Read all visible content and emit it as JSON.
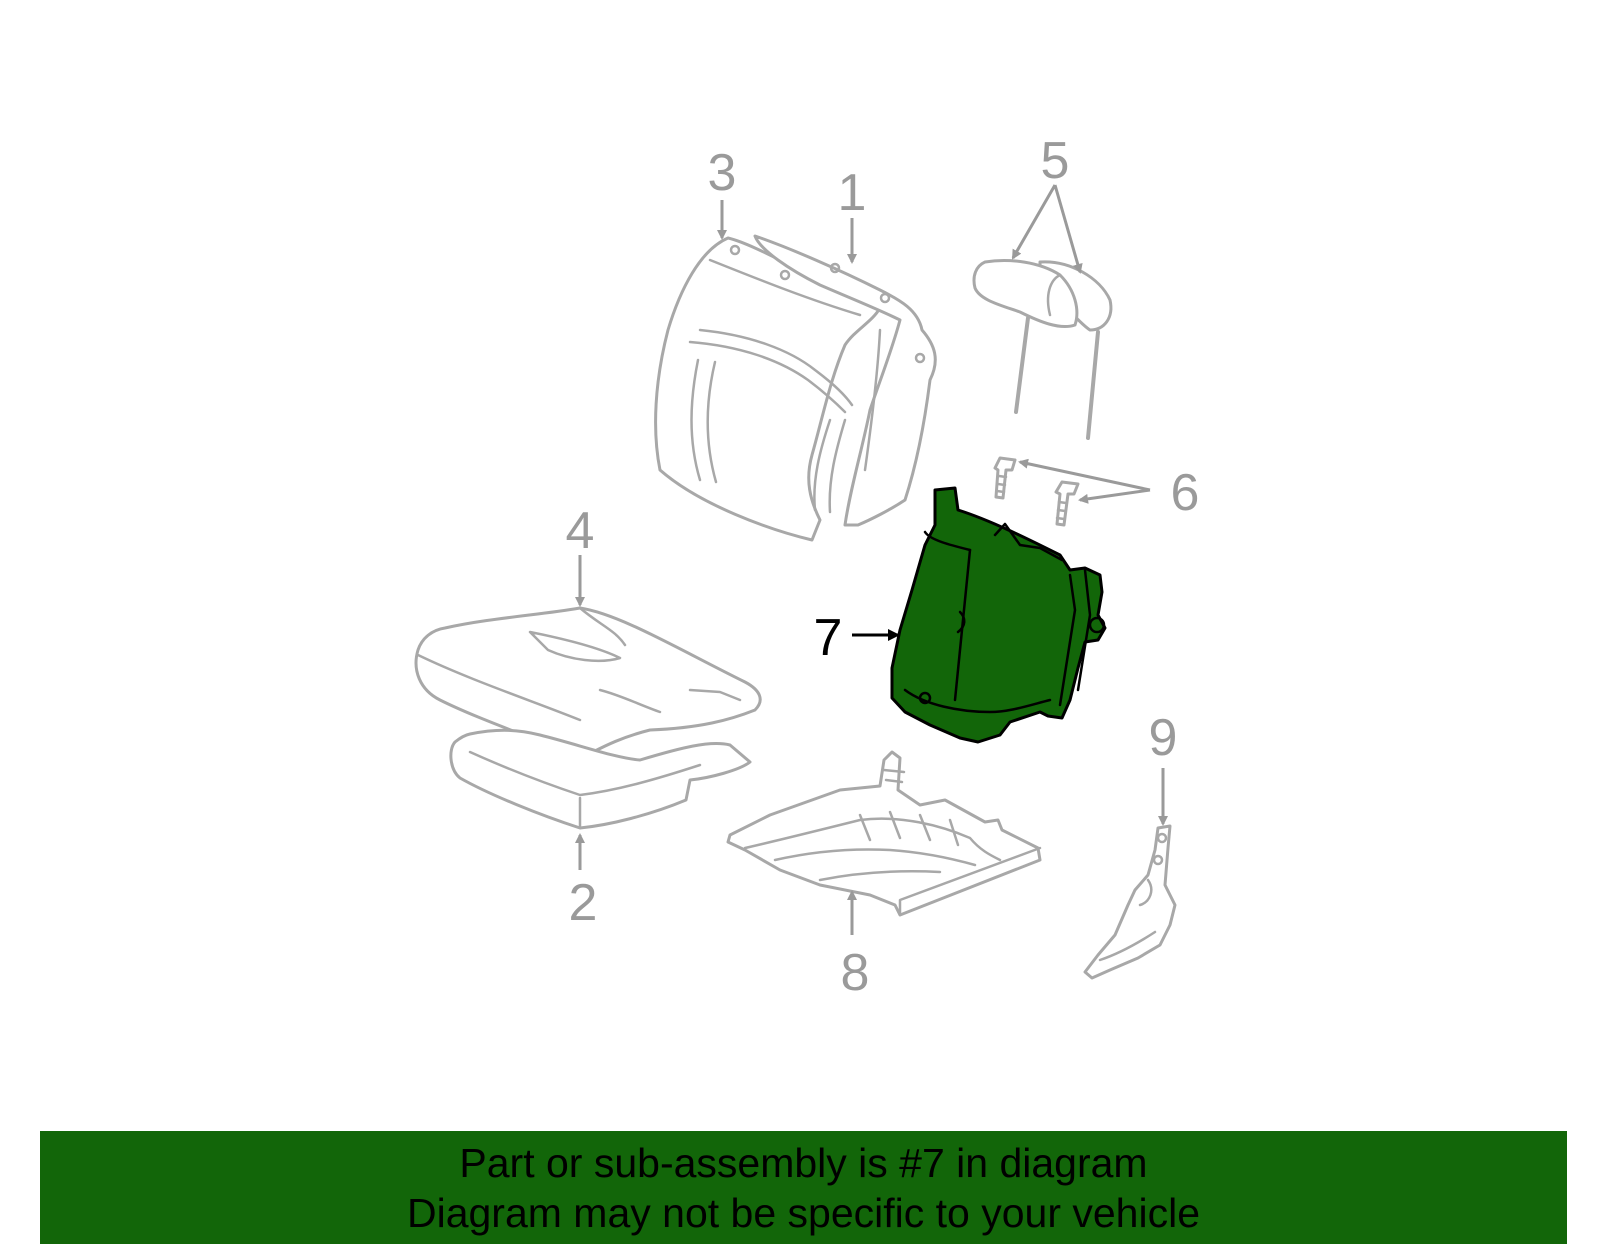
{
  "callouts": {
    "n1": "1",
    "n2": "2",
    "n3": "3",
    "n4": "4",
    "n5": "5",
    "n6": "6",
    "n7": "7",
    "n8": "8",
    "n9": "9"
  },
  "highlighted_part": "7",
  "colors": {
    "highlight": "#126609",
    "banner_bg": "#126609",
    "outline_gray": "#a8a8a8"
  },
  "banner": {
    "line1": "Part or sub-assembly is #7 in diagram",
    "line2": "Diagram may not be specific to your vehicle"
  }
}
